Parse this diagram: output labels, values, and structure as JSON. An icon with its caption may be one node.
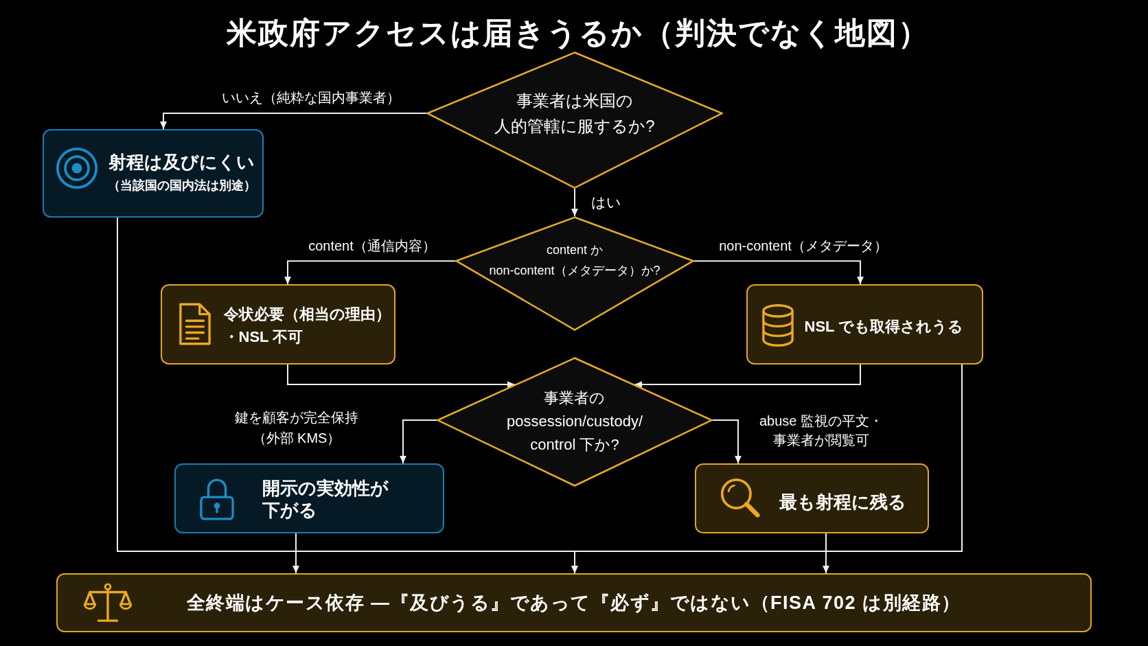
{
  "diagram": {
    "title": "米政府アクセスは届きうるか（判決でなく地図）",
    "nodes": [
      {
        "text": [
          "事業者は米国の人的管轄に服するか?"
        ]
      },
      {
        "text": [
          "射程は及びにくい",
          "（当該国の国内法は別途）"
        ]
      },
      {
        "text": [
          "content か non-content（メタデータ）か?"
        ]
      },
      {
        "text": [
          "令状必要（相当の理由）・NSL 不可"
        ]
      },
      {
        "text": [
          "NSL でも取得されうる"
        ]
      },
      {
        "text": [
          "事業者の possession/custody/control 下か?"
        ]
      },
      {
        "text": [
          "開示の実効性が下がる"
        ]
      },
      {
        "text": [
          "最も射程に残る"
        ]
      },
      {
        "text": [
          "全終端はケース依存 —『及びうる』であって『必ず』ではない（FISA 702 は別経路）"
        ]
      }
    ],
    "edges": [
      {
        "from": 0,
        "to": 1,
        "arrow": "to",
        "label": "いいえ（純粋な国内事業者）"
      },
      {
        "from": 0,
        "to": 2,
        "arrow": "to",
        "label": "はい"
      },
      {
        "from": 2,
        "to": 3,
        "arrow": "to",
        "label": "content（通信内容）"
      },
      {
        "from": 2,
        "to": 4,
        "arrow": "to",
        "label": "non-content（メタデータ）"
      },
      {
        "from": 3,
        "to": 5,
        "arrow": "to"
      },
      {
        "from": 4,
        "to": 5,
        "arrow": "to"
      },
      {
        "from": 5,
        "to": 6,
        "arrow": "to",
        "label": "鍵を顧客が完全保持（外部 KMS）"
      },
      {
        "from": 5,
        "to": 7,
        "arrow": "to",
        "label": "abuse 監視の平文・事業者が閲覧可"
      },
      {
        "from": 1,
        "to": 8,
        "arrow": "to"
      },
      {
        "from": 4,
        "to": 8,
        "arrow": "to"
      },
      {
        "from": 6,
        "to": 8,
        "arrow": "to"
      },
      {
        "from": 7,
        "to": 8,
        "arrow": "to"
      }
    ]
  }
}
